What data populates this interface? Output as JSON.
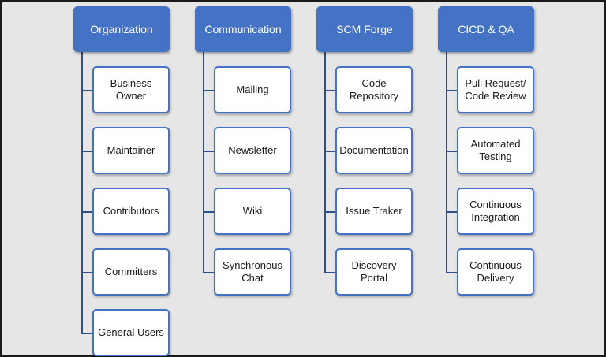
{
  "columns": [
    {
      "title": "Organization",
      "items": [
        "Business Owner",
        "Maintainer",
        "Contributors",
        "Committers",
        "General Users"
      ]
    },
    {
      "title": "Communication",
      "items": [
        "Mailing",
        "Newsletter",
        "Wiki",
        "Synchronous Chat"
      ]
    },
    {
      "title": "SCM Forge",
      "items": [
        "Code Repository",
        "Documentation",
        "Issue Traker",
        "Discovery Portal"
      ]
    },
    {
      "title": "CICD & QA",
      "items": [
        "Pull Request/ Code Review",
        "Automated Testing",
        "Continuous Integration",
        "Continuous Delivery"
      ]
    }
  ],
  "colors": {
    "header_fill": "#4472c4",
    "header_text": "#ffffff",
    "box_border": "#4472c4",
    "connector": "#2f4f86",
    "background": "#e6e6e6"
  }
}
